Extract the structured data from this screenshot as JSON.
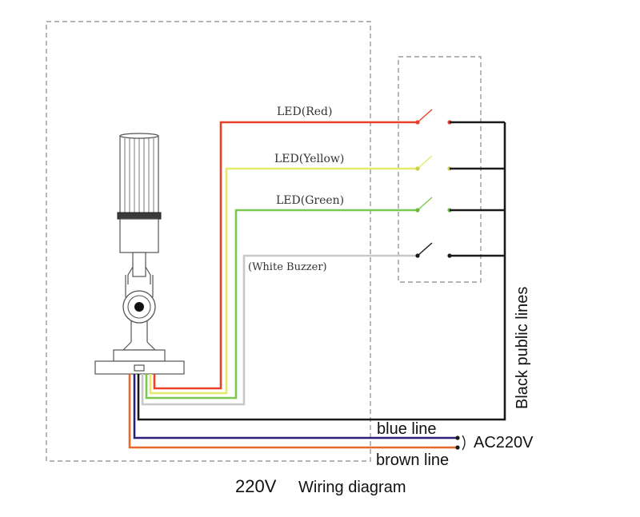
{
  "labels": {
    "led_red": "LED(Red)",
    "led_yellow": "LED(Yellow)",
    "led_green": "LED(Green)",
    "white_buzzer": "(White Buzzer)",
    "black_public_lines": "Black public lines",
    "blue_line": "blue line",
    "brown_line": "brown line",
    "power": "AC220V"
  },
  "title": {
    "voltage": "220V",
    "text": "Wiring diagram"
  },
  "colors": {
    "red": "#e8402a",
    "yellow": "#e4ea6a",
    "green": "#7cc84e",
    "white": "#c8c8c8",
    "black": "#1a1a1a",
    "blue": "#2b1f7a",
    "brown": "#e86a2a",
    "dashed": "#888888"
  }
}
